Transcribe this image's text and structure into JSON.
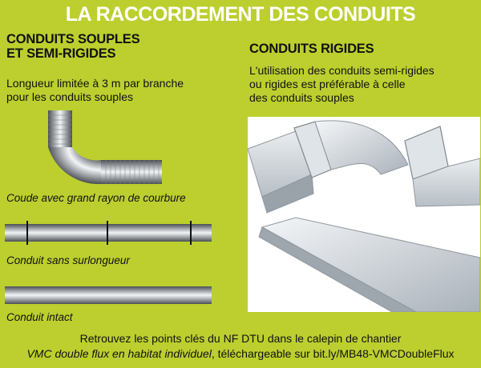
{
  "title": "LA RACCORDEMENT DES CONDUITS",
  "left": {
    "heading_line1": "CONDUITS SOUPLES",
    "heading_line2": "ET SEMI-RIGIDES",
    "desc_line1": "Longueur limitée à 3 m par branche",
    "desc_line2": "pour les conduits souples",
    "captions": {
      "elbow": "Coude avec grand rayon de courbure",
      "no_extra": "Conduit sans surlongueur",
      "intact": "Conduit intact"
    }
  },
  "right": {
    "heading": "CONDUITS RIGIDES",
    "desc_line1": "L'utilisation des conduits semi-rigides",
    "desc_line2": "ou rigides est préférable à celle",
    "desc_line3": "des conduits souples"
  },
  "footer": {
    "line1": "Retrouvez les points clés du NF DTU dans le calepin de chantier",
    "line2_italic": "VMC double flux en habitat individuel",
    "line2_rest": ", téléchargeable sur bit.ly/MB48-VMCDoubleFlux"
  },
  "colors": {
    "background": "#bccf2f",
    "title": "#ffffff",
    "duct_dark": "#4a4f55",
    "duct_light": "#f2f4f6"
  }
}
